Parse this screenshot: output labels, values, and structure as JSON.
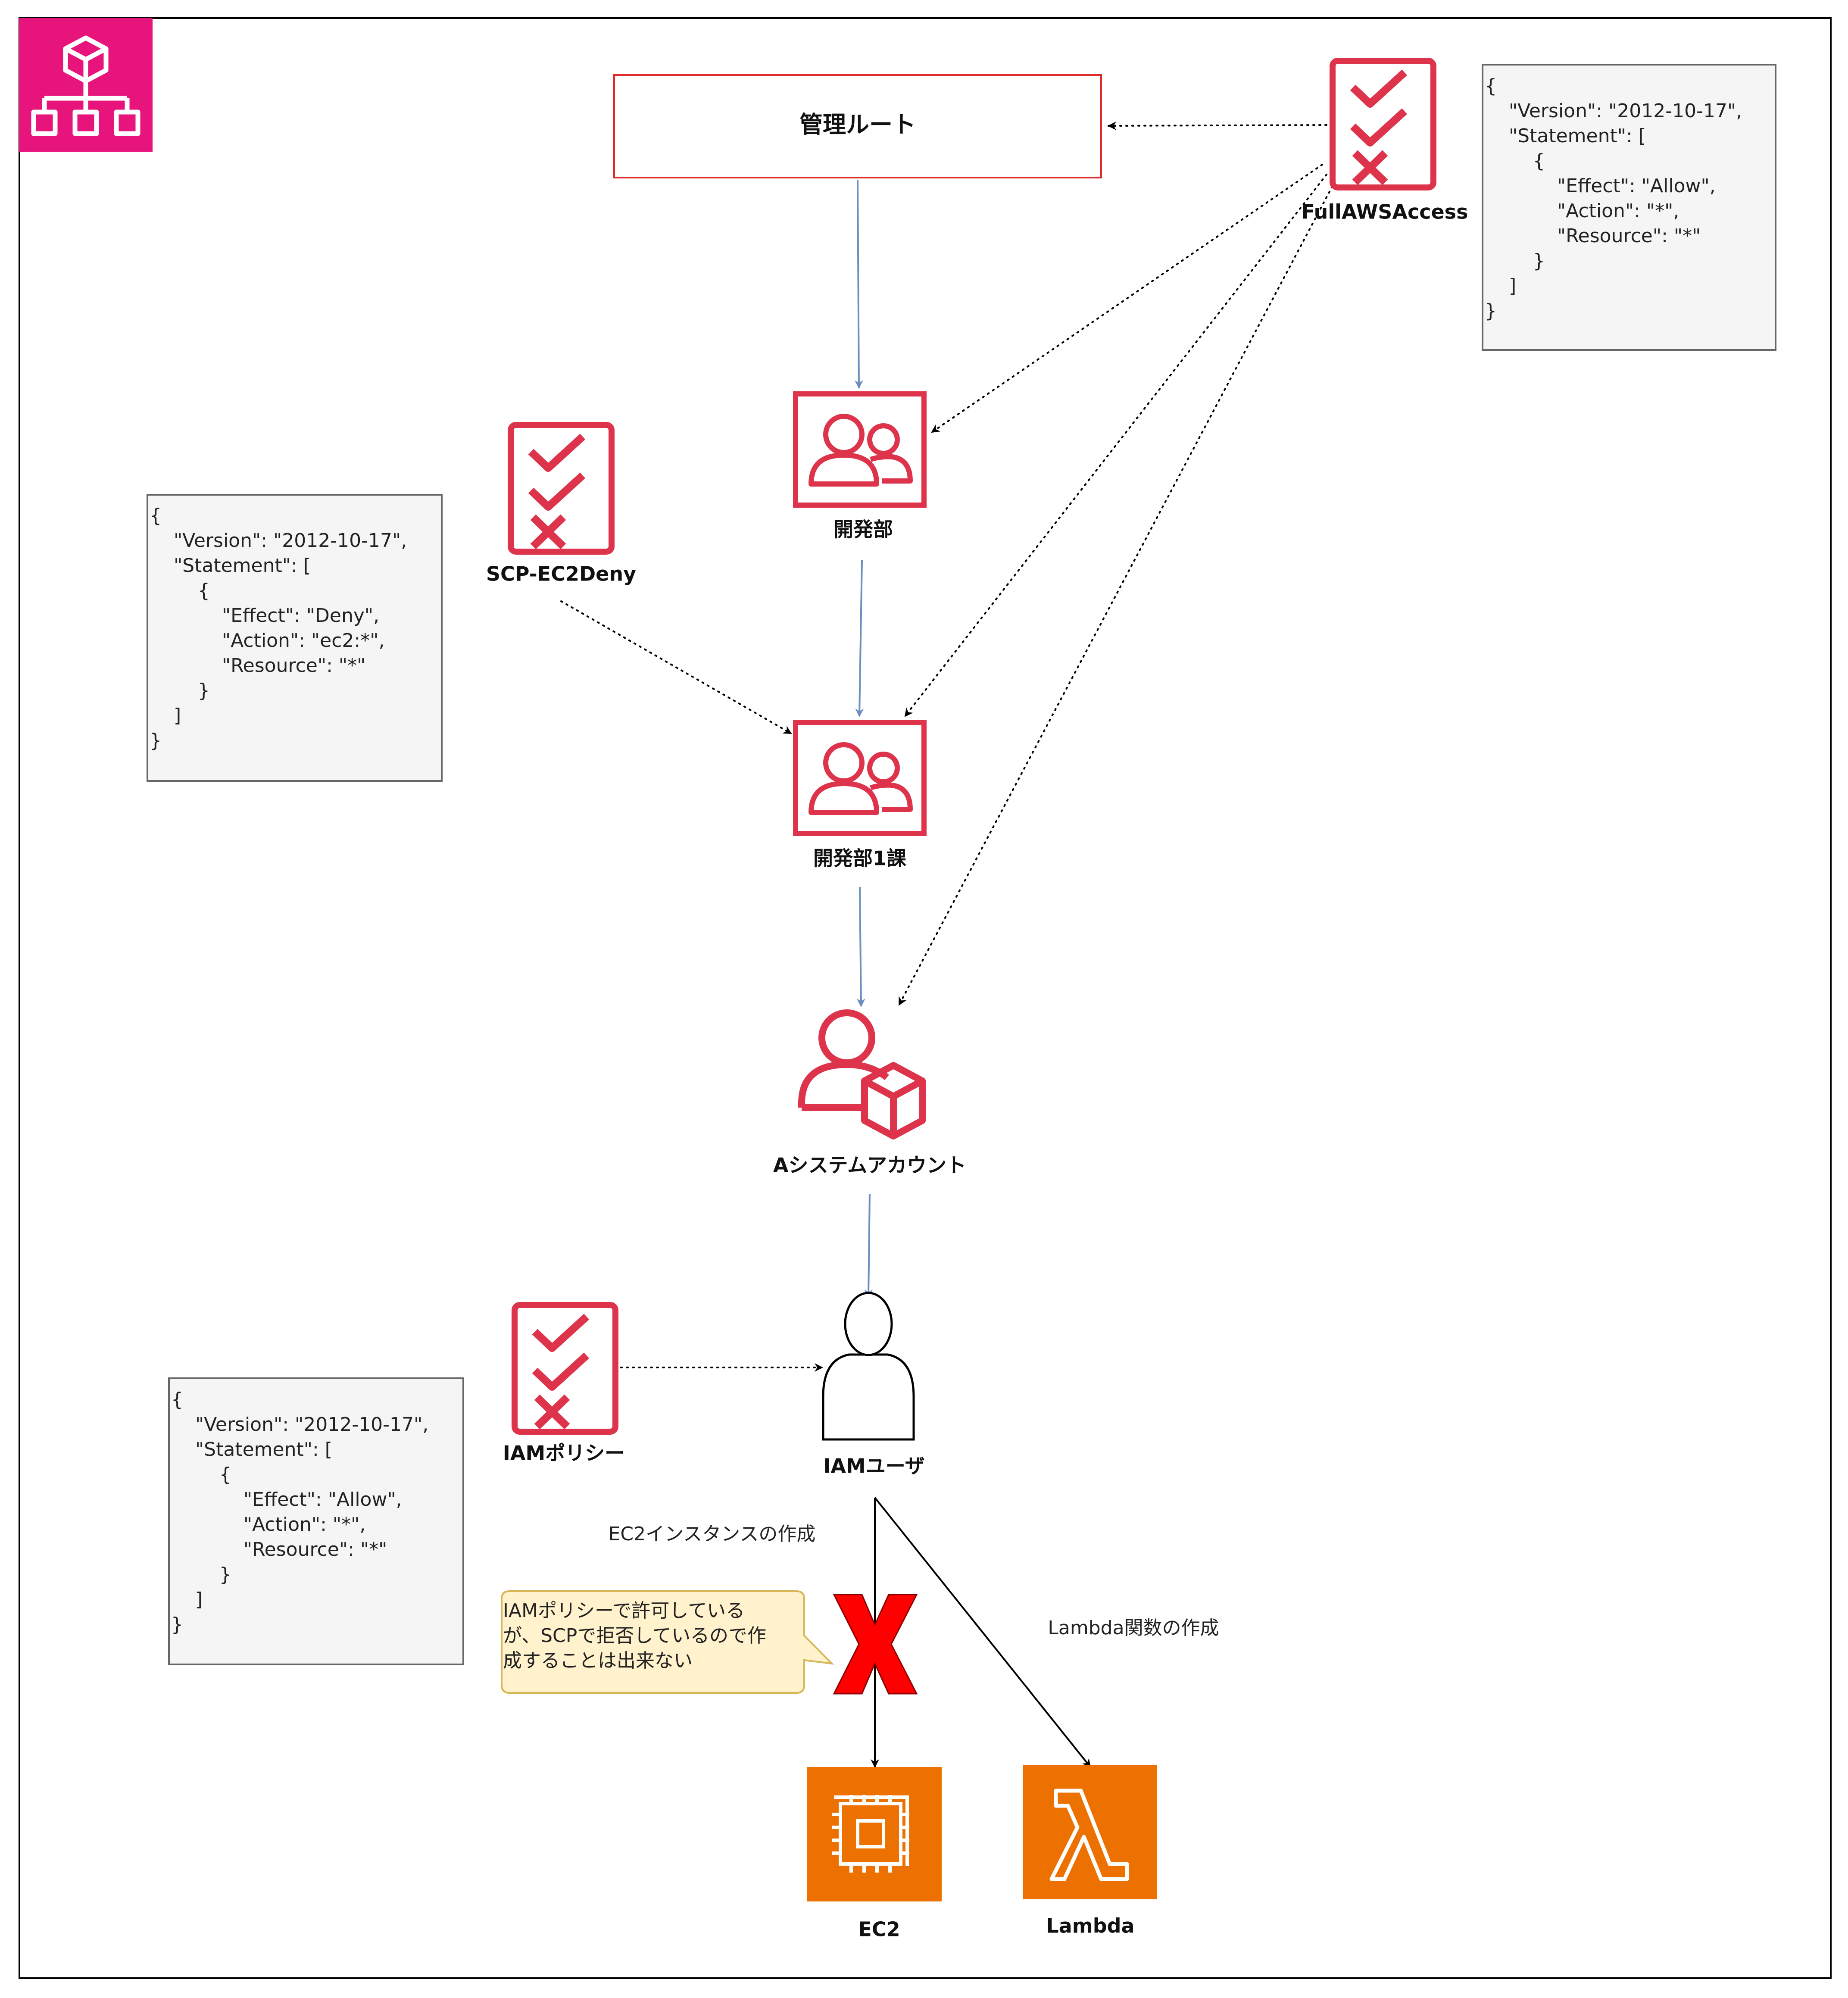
{
  "colors": {
    "policy_red": "#dd344c",
    "group_red": "#dd344c",
    "org_pink": "#e7157b",
    "compute_orange": "#ed7100",
    "hierarchy_blue": "#6c8ebf",
    "note_fill": "#fff2cc",
    "note_stroke": "#d6b656",
    "json_fill": "#f5f5f5",
    "deny_x": "#ff0000"
  },
  "icons": {
    "org": "aws-organizations-icon",
    "policy": "policy-checklist-icon",
    "group": "organizational-unit-icon",
    "account": "account-icon",
    "user": "iam-user-icon",
    "ec2": "ec2-icon",
    "lambda": "lambda-icon",
    "deny": "red-x-icon"
  },
  "nodes": {
    "root": "管理ルート",
    "full_access": "FullAWSAccess",
    "scp_ec2deny": "SCP-EC2Deny",
    "dev_dept": "開発部",
    "dev_section1": "開発部1課",
    "a_system_account": "Aシステムアカウント",
    "iam_policy": "IAMポリシー",
    "iam_user": "IAMユーザ",
    "ec2": "EC2",
    "lambda": "Lambda"
  },
  "edge_labels": {
    "create_ec2": "EC2インスタンスの作成",
    "create_lambda": "Lambda関数の作成"
  },
  "note": {
    "lines": [
      "IAMポリシーで許可している",
      "が、SCPで拒否しているので作",
      "成することは出来ない"
    ]
  },
  "json_boxes": {
    "full_access": [
      "{",
      "    \"Version\": \"2012-10-17\",",
      "    \"Statement\": [",
      "        {",
      "            \"Effect\": \"Allow\",",
      "            \"Action\": \"*\",",
      "            \"Resource\": \"*\"",
      "        }",
      "    ]",
      "}"
    ],
    "scp_ec2deny": [
      "{",
      "    \"Version\": \"2012-10-17\",",
      "    \"Statement\": [",
      "        {",
      "            \"Effect\": \"Deny\",",
      "            \"Action\": \"ec2:*\",",
      "            \"Resource\": \"*\"",
      "        }",
      "    ]",
      "}"
    ],
    "iam_policy": [
      "{",
      "    \"Version\": \"2012-10-17\",",
      "    \"Statement\": [",
      "        {",
      "            \"Effect\": \"Allow\",",
      "            \"Action\": \"*\",",
      "            \"Resource\": \"*\"",
      "        }",
      "    ]",
      "}"
    ]
  }
}
